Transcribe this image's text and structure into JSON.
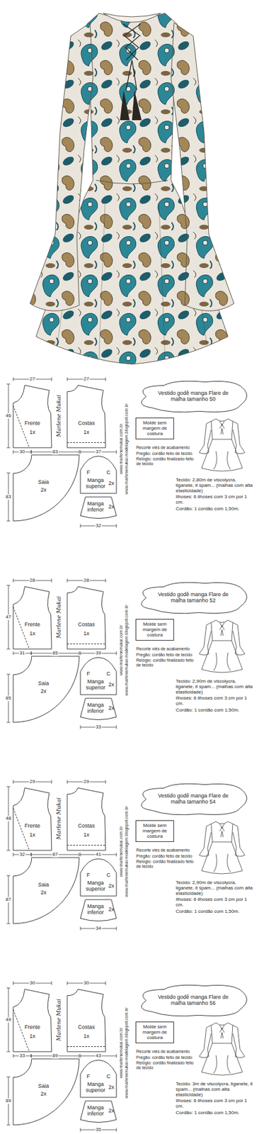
{
  "diagram": {
    "nodes": [
      {
        "text": [
          "Frente",
          "1x"
        ]
      },
      {
        "text": [
          "Costas",
          "1x"
        ]
      },
      {
        "text": [
          "Vestido godê manga Flare de malha tamanho 50"
        ]
      },
      {
        "text": [
          "Molde sem margem de costura"
        ]
      },
      {
        "text": [
          "Saia",
          "2x"
        ]
      },
      {
        "text": [
          "F",
          "C",
          "Manga superior",
          "2x"
        ]
      },
      {
        "text": [
          "Manga inferior",
          "2x"
        ]
      },
      {
        "text": [
          "Frente",
          "1x"
        ]
      },
      {
        "text": [
          "Costas",
          "1x"
        ]
      },
      {
        "text": [
          "Vestido godê manga Flare de malha tamanho 52"
        ]
      },
      {
        "text": [
          "Molde sem margem de costura"
        ]
      },
      {
        "text": [
          "Saia",
          "2x"
        ]
      },
      {
        "text": [
          "F",
          "C",
          "Manga superior",
          "2x"
        ]
      },
      {
        "text": [
          "Manga inferior",
          "2x"
        ]
      },
      {
        "text": [
          "Frente",
          "1x"
        ]
      },
      {
        "text": [
          "Costas",
          "1x"
        ]
      },
      {
        "text": [
          "Vestido godê manga Flare de malha tamanho 54"
        ]
      },
      {
        "text": [
          "Molde sem margem de costura"
        ]
      },
      {
        "text": [
          "Saia",
          "2x"
        ]
      },
      {
        "text": [
          "F",
          "C",
          "Manga superior",
          "2x"
        ]
      },
      {
        "text": [
          "Manga inferior",
          "2x"
        ]
      },
      {
        "text": [
          "Frente",
          "1x"
        ]
      },
      {
        "text": [
          "Costas",
          "1x"
        ]
      },
      {
        "text": [
          "Vestido godê manga Flare de malha tamanho 56"
        ]
      },
      {
        "text": [
          "Molde sem margem de costura"
        ]
      },
      {
        "text": [
          "Saia",
          "2x"
        ]
      },
      {
        "text": [
          "F",
          "C",
          "Manga superior",
          "2x"
        ]
      },
      {
        "text": [
          "Manga inferior",
          "2x"
        ]
      }
    ],
    "labels": [
      "27",
      "27",
      "Marlene Mukai",
      "www.marlenemukai.com.br",
      "www.marlenemukai-modelagem.blogspot.com.br",
      "46",
      "30",
      "83",
      "37",
      "83",
      "32",
      "Recorte viés de acabamento",
      "Pregão: cordão feito de tecido",
      "Relógio: cordão finalizado feito de tecido",
      "Tecido: 2,80m de viscolycra, liganete, it spam... (malhas com alta elasticidade)",
      "Ilhoses: 6 ilhoses com 3 cm por 1 cm.",
      "Cordão: 1 cordão com 1,50m.",
      "28",
      "28",
      "Marlene Mukai",
      "www.marlenemukai.com.br",
      "www.marlenemukai-modelagem.blogspot.com.br",
      "47",
      "31",
      "85",
      "39",
      "85",
      "33",
      "Recorte viés de acabamento",
      "Pregão: cordão feito de tecido",
      "Relógio: cordão finalizado feito de tecido",
      "Tecido: 2,90m de viscolycra, liganete, it spam... (malhas com alta elasticidade)",
      "Ilhoses: 6 ilhoses com 3 cm por 1 cm.",
      "Cordão: 1 cordão com 1,50m.",
      "29",
      "29",
      "Marlene Mukai",
      "www.marlenemukai.com.br",
      "www.marlenemukai-modelagem.blogspot.com.br",
      "48",
      "32",
      "87",
      "41",
      "87",
      "34",
      "Recorte viés de acabamento",
      "Pregão: cordão feito de tecido",
      "Relógio: cordão finalizado feito de tecido",
      "Tecido: 2,90m de viscolycra, liganete, it spam... (malhas com alta elasticidade)",
      "Ilhoses: 6 ilhoses com 3 cm por 1 cm.",
      "Cordão: 1 cordão com 1,50m.",
      "30",
      "30",
      "Marlene Mukai",
      "www.marlenemukai.com.br",
      "www.marlenemukai-modelagem.blogspot.com.br",
      "49",
      "33",
      "89",
      "43",
      "89",
      "35",
      "Recorte viés de acabamento",
      "Pregão: cordão feito de tecido",
      "Relógio: cordão finalizado feito de tecido",
      "Tecido: 3m de viscolycra, liganete, it spam... (malhas com alta elasticidade)",
      "Ilhoses: 6 ilhoses com 3 cm por 1 cm.",
      "Cordão: 1 cordão com 1,50m."
    ]
  }
}
